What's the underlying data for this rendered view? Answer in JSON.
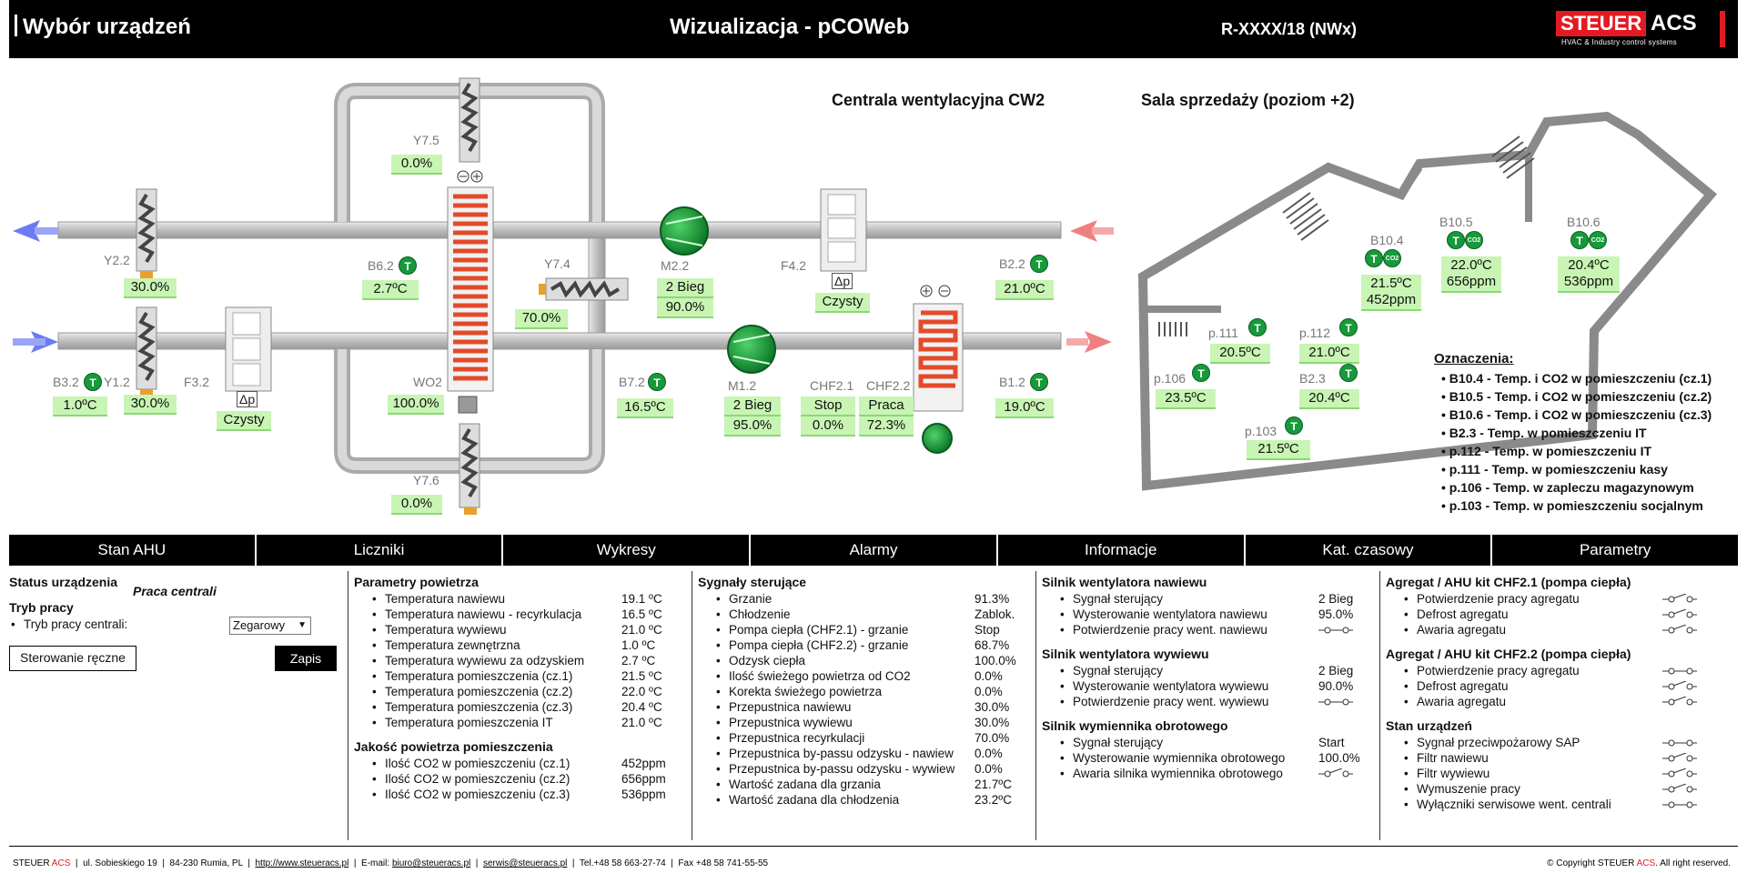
{
  "header": {
    "left_title": "Wybór urządzeń",
    "center_title": "Wizualizacja - pCOWeb",
    "right_title": "R-XXXX/18 (NWx)",
    "logo_steuer": "STEUER",
    "logo_acs": "ACS",
    "logo_tagline": "HVAC & Industry control systems"
  },
  "diagram": {
    "title_ahu": "Centrala wentylacyjna CW2",
    "title_room": "Sala sprzedaży (poziom +2)",
    "points": {
      "y75": {
        "label": "Y7.5",
        "value": "0.0%"
      },
      "y22": {
        "label": "Y2.2",
        "value": "30.0%"
      },
      "b62": {
        "label": "B6.2",
        "value": "2.7ºC"
      },
      "y74": {
        "label": "Y7.4",
        "value": "70.0%"
      },
      "m22": {
        "label": "M2.2",
        "value1": "2 Bieg",
        "value2": "90.0%"
      },
      "f42": {
        "label": "F4.2",
        "value": "Czysty",
        "dp": "Δp"
      },
      "b22": {
        "label": "B2.2",
        "value": "21.0ºC"
      },
      "b32": {
        "label": "B3.2",
        "value": "1.0ºC"
      },
      "y12": {
        "label": "Y1.2",
        "value": "30.0%"
      },
      "f32": {
        "label": "F3.2",
        "value": "Czysty",
        "dp": "Δp"
      },
      "wo2": {
        "label": "WO2",
        "value": "100.0%"
      },
      "b72": {
        "label": "B7.2",
        "value": "16.5ºC"
      },
      "m12": {
        "label": "M1.2",
        "value1": "2 Bieg",
        "value2": "95.0%"
      },
      "chf21": {
        "label": "CHF2.1",
        "value1": "Stop",
        "value2": "0.0%"
      },
      "chf22": {
        "label": "CHF2.2",
        "value1": "Praca",
        "value2": "72.3%"
      },
      "b12": {
        "label": "B1.2",
        "value": "19.0ºC"
      },
      "y76": {
        "label": "Y7.6",
        "value": "0.0%"
      }
    },
    "rooms": {
      "b104": {
        "label": "B10.4",
        "temp": "21.5ºC",
        "co2": "452ppm"
      },
      "b105": {
        "label": "B10.5",
        "temp": "22.0ºC",
        "co2": "656ppm"
      },
      "b106": {
        "label": "B10.6",
        "temp": "20.4ºC",
        "co2": "536ppm"
      },
      "p111": {
        "label": "p.111",
        "temp": "20.5ºC"
      },
      "p112": {
        "label": "p.112",
        "temp": "21.0ºC"
      },
      "b23": {
        "label": "B2.3",
        "temp": "20.4ºC"
      },
      "p106": {
        "label": "p.106",
        "temp": "23.5ºC"
      },
      "p103": {
        "label": "p.103",
        "temp": "21.5ºC"
      }
    },
    "sensor_letter": "T",
    "co2_letter": "CO2",
    "legend_title": "Oznaczenia:",
    "legend": [
      "B10.4 - Temp. i CO2 w pomieszczeniu (cz.1)",
      "B10.5 - Temp. i CO2 w pomieszczeniu (cz.2)",
      "B10.6 - Temp. i CO2 w pomieszczeniu (cz.3)",
      "B2.3 - Temp. w pomieszczeniu IT",
      "p.112 - Temp. w pomieszczeniu IT",
      "p.111 - Temp. w pomieszczeniu kasy",
      "p.106 - Temp. w zapleczu magazynowym",
      "p.103 - Temp. w pomieszczeniu socjalnym"
    ],
    "colors": {
      "duct": "#c9c9c9",
      "fan": "#1a9a3a",
      "heater": "#e34a2a",
      "air_in": "#f08080",
      "air_out": "#6c7cf0",
      "value_bg": "#c8f5b4"
    }
  },
  "tabs": [
    "Stan AHU",
    "Liczniki",
    "Wykresy",
    "Alarmy",
    "Informacje",
    "Kat. czasowy",
    "Parametry"
  ],
  "status": {
    "status_label": "Status urządzenia",
    "status_value": "Praca centrali",
    "mode_label": "Tryb pracy",
    "mode_item": "Tryb pracy centrali:",
    "mode_select": "Zegarowy",
    "manual_button": "Sterowanie ręczne",
    "save_button": "Zapis"
  },
  "air_params": {
    "title": "Parametry powietrza",
    "rows": [
      {
        "name": "Temperatura nawiewu",
        "value": "19.1 ºC"
      },
      {
        "name": "Temperatura nawiewu - recyrkulacja",
        "value": "16.5 ºC"
      },
      {
        "name": "Temperatura wywiewu",
        "value": "21.0 ºC"
      },
      {
        "name": "Temperatura zewnętrzna",
        "value": "1.0 ºC"
      },
      {
        "name": "Temperatura wywiewu za odzyskiem",
        "value": "2.7 ºC"
      },
      {
        "name": "Temperatura pomieszczenia (cz.1)",
        "value": "21.5 ºC"
      },
      {
        "name": "Temperatura pomieszczenia (cz.2)",
        "value": "22.0 ºC"
      },
      {
        "name": "Temperatura pomieszczenia (cz.3)",
        "value": "20.4 ºC"
      },
      {
        "name": "Temperatura pomieszczenia IT",
        "value": "21.0 ºC"
      }
    ],
    "quality_title": "Jakość powietrza pomieszczenia",
    "quality_rows": [
      {
        "name": "Ilość CO2 w pomieszczeniu (cz.1)",
        "value": "452ppm"
      },
      {
        "name": "Ilość CO2 w pomieszczeniu (cz.2)",
        "value": "656ppm"
      },
      {
        "name": "Ilość CO2 w pomieszczeniu (cz.3)",
        "value": "536ppm"
      }
    ]
  },
  "control_signals": {
    "title": "Sygnały sterujące",
    "rows": [
      {
        "name": "Grzanie",
        "value": "91.3%"
      },
      {
        "name": "Chłodzenie",
        "value": "Zablok."
      },
      {
        "name": "Pompa ciepła (CHF2.1) - grzanie",
        "value": "Stop"
      },
      {
        "name": "Pompa ciepła (CHF2.2) - grzanie",
        "value": "68.7%"
      },
      {
        "name": "Odzysk ciepła",
        "value": "100.0%"
      },
      {
        "name": "Ilość świeżego powietrza od CO2",
        "value": "0.0%"
      },
      {
        "name": "Korekta świeżego powietrza",
        "value": "0.0%"
      },
      {
        "name": "Przepustnica nawiewu",
        "value": "30.0%"
      },
      {
        "name": "Przepustnica wywiewu",
        "value": "30.0%"
      },
      {
        "name": "Przepustnica recyrkulacji",
        "value": "70.0%"
      },
      {
        "name": "Przepustnica by-passu odzysku - nawiew",
        "value": "0.0%"
      },
      {
        "name": "Przepustnica by-passu odzysku - wywiew",
        "value": "0.0%"
      },
      {
        "name": "Wartość zadana dla grzania",
        "value": "21.7ºC"
      },
      {
        "name": "Wartość zadana dla chłodzenia",
        "value": "23.2ºC"
      }
    ]
  },
  "motors": {
    "supply_title": "Silnik wentylatora nawiewu",
    "supply_rows": [
      {
        "name": "Sygnał sterujący",
        "value": "2 Bieg"
      },
      {
        "name": "Wysterowanie wentylatora nawiewu",
        "value": "95.0%"
      },
      {
        "name": "Potwierdzenie pracy went. nawiewu",
        "switch": "open"
      }
    ],
    "exhaust_title": "Silnik wentylatora wywiewu",
    "exhaust_rows": [
      {
        "name": "Sygnał sterujący",
        "value": "2 Bieg"
      },
      {
        "name": "Wysterowanie wentylatora wywiewu",
        "value": "90.0%"
      },
      {
        "name": "Potwierdzenie pracy went. wywiewu",
        "switch": "open"
      }
    ],
    "wheel_title": "Silnik wymiennika obrotowego",
    "wheel_rows": [
      {
        "name": "Sygnał sterujący",
        "value": "Start"
      },
      {
        "name": "Wysterowanie wymiennika obrotowego",
        "value": "100.0%"
      },
      {
        "name": "Awaria silnika wymiennika obrotowego",
        "switch": "tilted"
      }
    ]
  },
  "units": {
    "chf21_title": "Agregat / AHU kit CHF2.1 (pompa ciepła)",
    "chf21_rows": [
      {
        "name": "Potwierdzenie pracy agregatu",
        "switch": "tilted"
      },
      {
        "name": "Defrost agregatu",
        "switch": "tilted"
      },
      {
        "name": "Awaria agregatu",
        "switch": "tilted"
      }
    ],
    "chf22_title": "Agregat / AHU kit CHF2.2 (pompa ciepła)",
    "chf22_rows": [
      {
        "name": "Potwierdzenie pracy agregatu",
        "switch": "open"
      },
      {
        "name": "Defrost agregatu",
        "switch": "tilted"
      },
      {
        "name": "Awaria agregatu",
        "switch": "tilted"
      }
    ],
    "state_title": "Stan urządzeń",
    "state_rows": [
      {
        "name": "Sygnał przeciwpożarowy SAP",
        "switch": "open"
      },
      {
        "name": "Filtr nawiewu",
        "switch": "tilted"
      },
      {
        "name": "Filtr wywiewu",
        "switch": "tilted"
      },
      {
        "name": "Wymuszenie pracy",
        "switch": "tilted"
      },
      {
        "name": "Wyłączniki serwisowe went. centrali",
        "switch": "open"
      }
    ]
  },
  "footer": {
    "company": "STEUER",
    "company_acs": "ACS",
    "address": "ul. Sobieskiego 19",
    "city": "84-230 Rumia, PL",
    "www": "http://www.steueracs.pl",
    "email_label": "E-mail:",
    "email": "biuro@steueracs.pl",
    "service": "serwis@steueracs.pl",
    "tel": "Tel.+48 58 663-27-74",
    "fax": "Fax +48 58 741-55-55",
    "copyright": "© Copyright STEUER",
    "copyright_acs": "ACS",
    "rights": ". All right reserved."
  }
}
